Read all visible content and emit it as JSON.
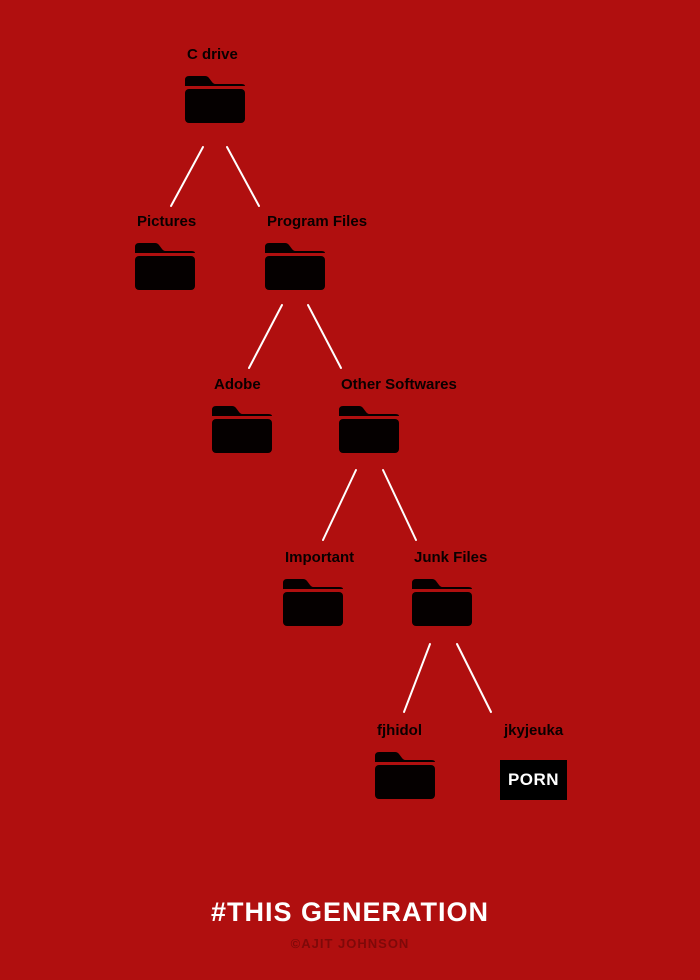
{
  "colors": {
    "background": "#b00f0f",
    "folder": "#050000",
    "label": "#0a0000",
    "line": "#ffffff",
    "title": "#ffffff",
    "credit": "#7e0909",
    "file_box": "#000000",
    "file_text": "#ffffff"
  },
  "tree": {
    "nodes": [
      {
        "id": "c-drive",
        "label": "C drive",
        "type": "folder"
      },
      {
        "id": "pictures",
        "label": "Pictures",
        "type": "folder"
      },
      {
        "id": "program-files",
        "label": "Program Files",
        "type": "folder"
      },
      {
        "id": "adobe",
        "label": "Adobe",
        "type": "folder"
      },
      {
        "id": "other-softwares",
        "label": "Other Softwares",
        "type": "folder"
      },
      {
        "id": "important",
        "label": "Important",
        "type": "folder"
      },
      {
        "id": "junk-files",
        "label": "Junk Files",
        "type": "folder"
      },
      {
        "id": "fjhidol",
        "label": "fjhidol",
        "type": "folder"
      },
      {
        "id": "jkyjeuka",
        "label": "jkyjeuka",
        "type": "file",
        "file_text": "PORN"
      }
    ],
    "edges": [
      [
        "c-drive",
        "pictures"
      ],
      [
        "c-drive",
        "program-files"
      ],
      [
        "program-files",
        "adobe"
      ],
      [
        "program-files",
        "other-softwares"
      ],
      [
        "other-softwares",
        "important"
      ],
      [
        "other-softwares",
        "junk-files"
      ],
      [
        "junk-files",
        "fjhidol"
      ],
      [
        "junk-files",
        "jkyjeuka"
      ]
    ]
  },
  "footer": {
    "title": "#THIS GENERATION",
    "credit": "©AJIT JOHNSON"
  }
}
